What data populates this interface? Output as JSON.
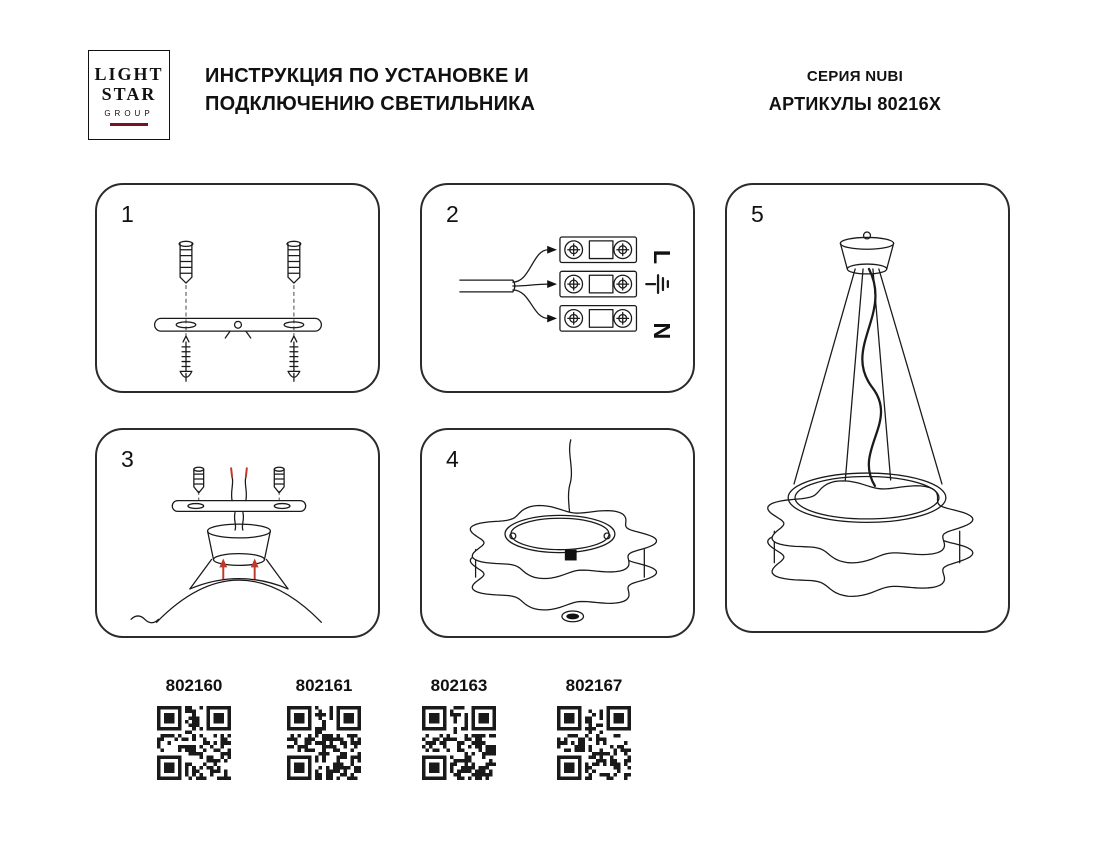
{
  "colors": {
    "ink": "#1a1a1a",
    "accent_red": "#c0392b",
    "logo_red": "#7a1020"
  },
  "header": {
    "logo": {
      "line1": "LIGHT",
      "line2": "STAR",
      "line3": "GROUP"
    },
    "title_line1": "ИНСТРУКЦИЯ ПО УСТАНОВКЕ И",
    "title_line2": "ПОДКЛЮЧЕНИЮ СВЕТИЛЬНИКА",
    "series": "СЕРИЯ NUBI",
    "articles_heading": "АРТИКУЛЫ 80216X"
  },
  "steps": [
    {
      "number": "1"
    },
    {
      "number": "2"
    },
    {
      "number": "3"
    },
    {
      "number": "4"
    },
    {
      "number": "5"
    }
  ],
  "wiring": {
    "label_l": "L",
    "label_n": "N"
  },
  "articles": [
    {
      "code": "802160"
    },
    {
      "code": "802161"
    },
    {
      "code": "802163"
    },
    {
      "code": "802167"
    }
  ]
}
